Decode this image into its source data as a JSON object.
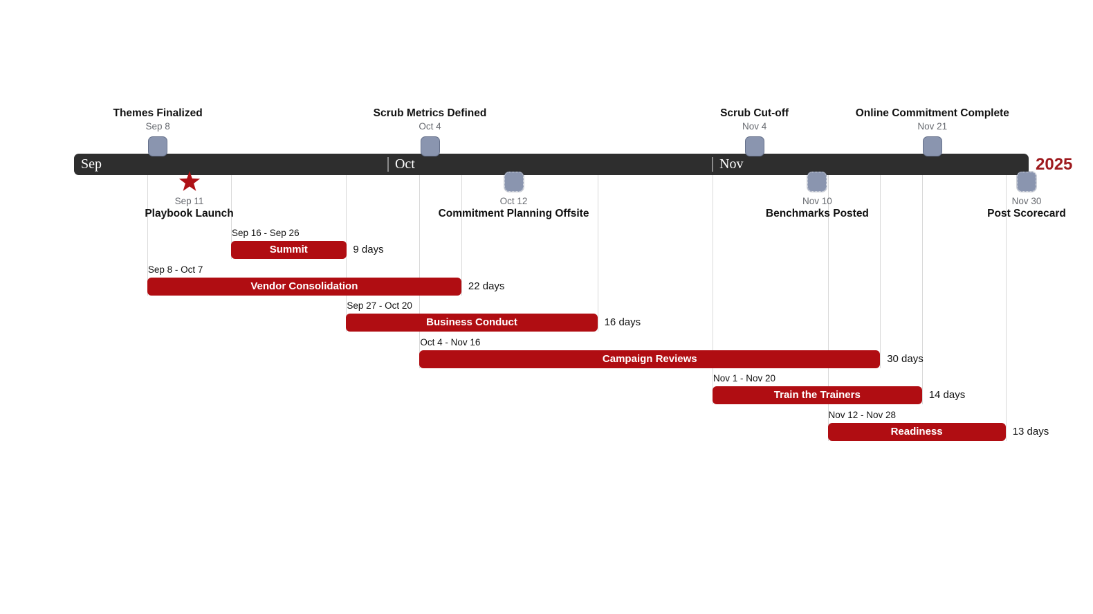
{
  "chart_data": {
    "type": "gantt",
    "year_label": "2025",
    "axis": {
      "start": "Sep 1",
      "end": "Nov 30",
      "total_days": 91,
      "months": [
        {
          "label": "Sep",
          "days": 30
        },
        {
          "label": "Oct",
          "days": 31
        },
        {
          "label": "Nov",
          "days": 30
        }
      ]
    },
    "milestones": [
      {
        "title": "Themes Finalized",
        "date": "Sep 8",
        "side": "above",
        "marker": "square"
      },
      {
        "title": "Playbook Launch",
        "date": "Sep 11",
        "side": "below",
        "marker": "star"
      },
      {
        "title": "Scrub Metrics Defined",
        "date": "Oct 4",
        "side": "above",
        "marker": "square"
      },
      {
        "title": "Commitment Planning Offsite",
        "date": "Oct 12",
        "side": "below",
        "marker": "square"
      },
      {
        "title": "Scrub Cut-off",
        "date": "Nov 4",
        "side": "above",
        "marker": "square"
      },
      {
        "title": "Benchmarks Posted",
        "date": "Nov 10",
        "side": "below",
        "marker": "square"
      },
      {
        "title": "Online Commitment Complete",
        "date": "Nov 21",
        "side": "above",
        "marker": "square"
      },
      {
        "title": "Post Scorecard",
        "date": "Nov 30",
        "side": "below",
        "marker": "square"
      }
    ],
    "tasks": [
      {
        "name": "Summit",
        "start": "Sep 16",
        "end": "Sep 26",
        "date_range": "Sep 16 - Sep 26",
        "duration_label": "9 days",
        "duration_days": 9
      },
      {
        "name": "Vendor Consolidation",
        "start": "Sep 8",
        "end": "Oct 7",
        "date_range": "Sep 8 - Oct 7",
        "duration_label": "22 days",
        "duration_days": 22
      },
      {
        "name": "Business Conduct",
        "start": "Sep 27",
        "end": "Oct 20",
        "date_range": "Sep 27 - Oct 20",
        "duration_label": "16 days",
        "duration_days": 16
      },
      {
        "name": "Campaign Reviews",
        "start": "Oct 4",
        "end": "Nov 16",
        "date_range": "Oct 4 - Nov 16",
        "duration_label": "30 days",
        "duration_days": 30
      },
      {
        "name": "Train the Trainers",
        "start": "Nov 1",
        "end": "Nov 20",
        "date_range": "Nov 1 - Nov 20",
        "duration_label": "14 days",
        "duration_days": 14
      },
      {
        "name": "Readiness",
        "start": "Nov 12",
        "end": "Nov 28",
        "date_range": "Nov 12 - Nov 28",
        "duration_label": "13 days",
        "duration_days": 13
      }
    ],
    "colors": {
      "band": "#2E2E2E",
      "bar": "#B00D12",
      "milestone_marker": "#8A95AF",
      "star": "#AE1116",
      "year_text": "#9E1A1E",
      "guide_line": "#D9D9D9",
      "date_text": "#66696F",
      "title_text": "#111111",
      "background": "#FFFFFF"
    }
  }
}
